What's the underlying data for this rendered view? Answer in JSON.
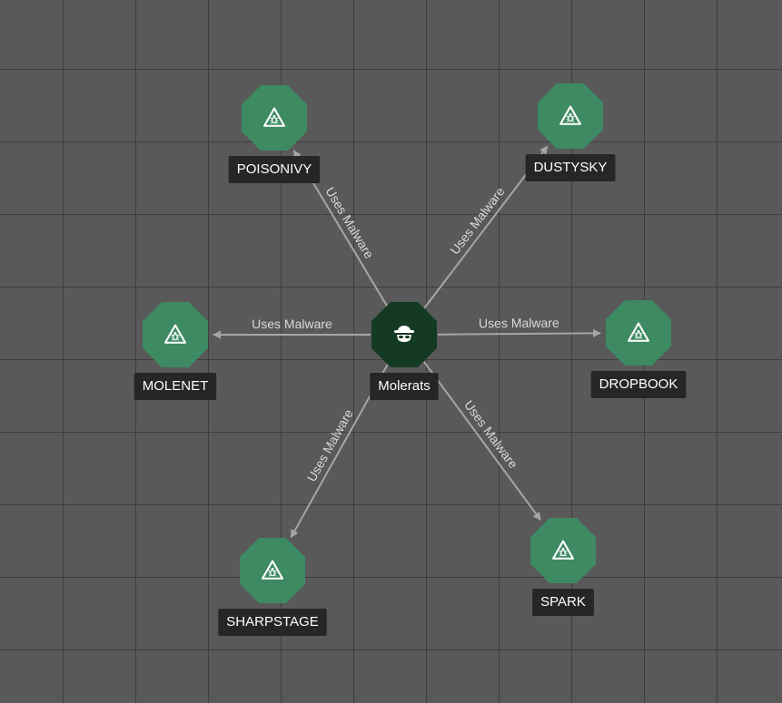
{
  "colors": {
    "background": "#595959",
    "grid_line": "#3f3f3f",
    "malware_node": "#3d8a63",
    "actor_node": "#143a24",
    "edge": "#a6a6a6",
    "edge_label": "#d9d9d9",
    "label_box": "#262626",
    "label_text": "#ffffff"
  },
  "center_node": {
    "label": "Molerats",
    "icon": "spy-icon",
    "type": "threat-actor"
  },
  "nodes": [
    {
      "id": "poisonivy",
      "label": "POISONIVY",
      "icon": "malware-warning-icon",
      "type": "malware"
    },
    {
      "id": "dustysky",
      "label": "DUSTYSKY",
      "icon": "malware-warning-icon",
      "type": "malware"
    },
    {
      "id": "molenet",
      "label": "MOLENET",
      "icon": "malware-warning-icon",
      "type": "malware"
    },
    {
      "id": "dropbook",
      "label": "DROPBOOK",
      "icon": "malware-warning-icon",
      "type": "malware"
    },
    {
      "id": "sharpstage",
      "label": "SHARPSTAGE",
      "icon": "malware-warning-icon",
      "type": "malware"
    },
    {
      "id": "spark",
      "label": "SPARK",
      "icon": "malware-warning-icon",
      "type": "malware"
    }
  ],
  "edges": [
    {
      "from": "Molerats",
      "to": "POISONIVY",
      "label": "Uses Malware"
    },
    {
      "from": "Molerats",
      "to": "DUSTYSKY",
      "label": "Uses Malware"
    },
    {
      "from": "Molerats",
      "to": "MOLENET",
      "label": "Uses Malware"
    },
    {
      "from": "Molerats",
      "to": "DROPBOOK",
      "label": "Uses Malware"
    },
    {
      "from": "Molerats",
      "to": "SHARPSTAGE",
      "label": "Uses Malware"
    },
    {
      "from": "Molerats",
      "to": "SPARK",
      "label": "Uses Malware"
    }
  ]
}
